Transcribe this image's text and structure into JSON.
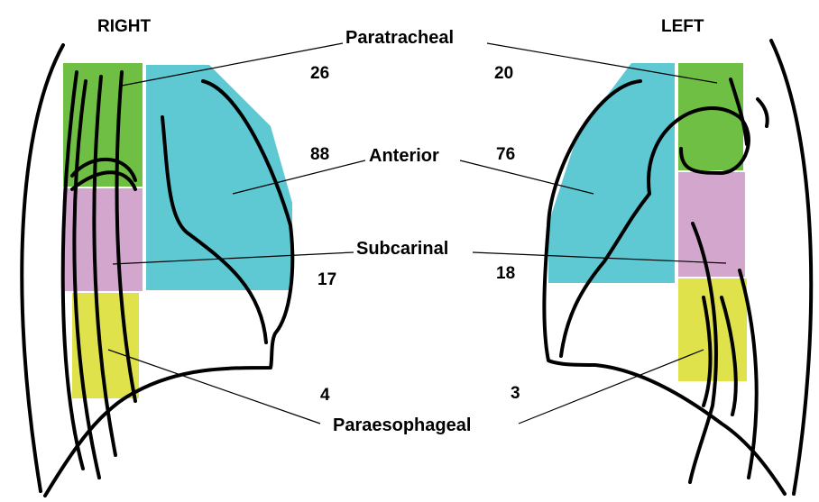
{
  "sides": {
    "right": "RIGHT",
    "left": "LEFT"
  },
  "regions": {
    "paratracheal": {
      "label": "Paratracheal",
      "color": "#6fbf45"
    },
    "anterior": {
      "label": "Anterior",
      "color": "#5ec8d3"
    },
    "subcarinal": {
      "label": "Subcarinal",
      "color": "#d3a6ce"
    },
    "paraesophageal": {
      "label": "Paraesophageal",
      "color": "#dfe24a"
    }
  },
  "values": {
    "right": {
      "paratracheal": "26",
      "anterior": "88",
      "subcarinal": "17",
      "paraesophageal": "4"
    },
    "left": {
      "paratracheal": "20",
      "anterior": "76",
      "subcarinal": "18",
      "paraesophageal": "3"
    }
  }
}
